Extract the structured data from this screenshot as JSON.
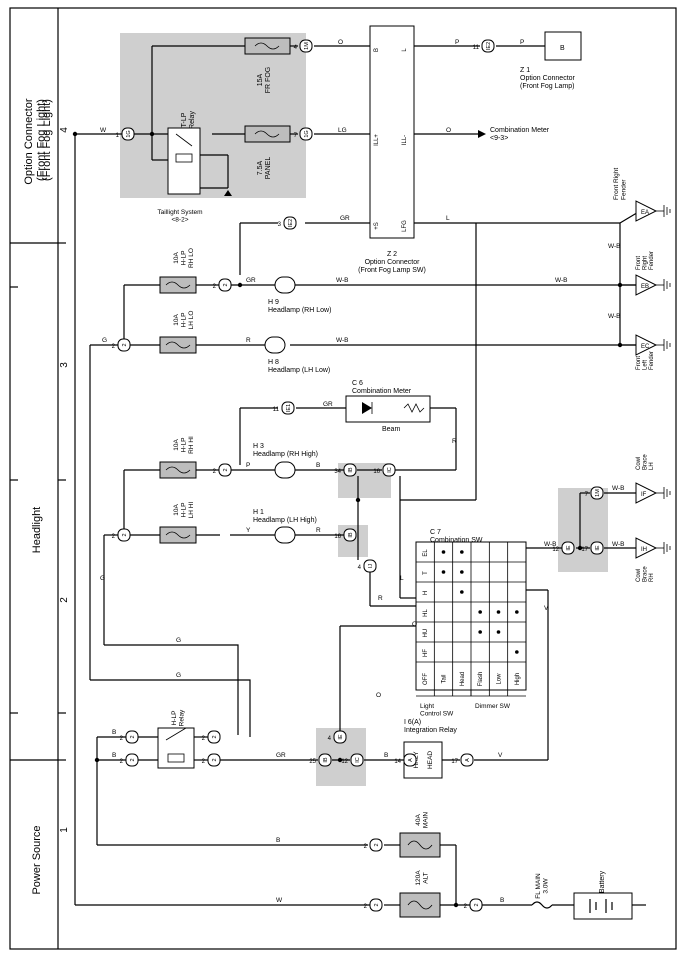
{
  "sections": {
    "option_connector": "Option Connector\n(Front Fog Light)",
    "headlight": "Headlight",
    "power_source": "Power Source",
    "index_4": "4",
    "index_3": "3",
    "index_2": "2",
    "index_1": "1"
  },
  "components": {
    "taillight_relay": "T-LP\nRelay",
    "taillight_system": "Taillight System\n<8-2>",
    "fuse_fr_fog": "15A\nFR FOG",
    "fuse_panel": "7.5A\nPANEL",
    "z2": "Z 2\nOption Connector\n(Front Fog Lamp SW)",
    "z1": "Z 1\nOption Connector\n(Front Fog Lamp)",
    "combination_meter_ref": "Combination Meter\n<9-3>",
    "fuse_hlp_rh_lo": "10A\nH-LP\nRH LO",
    "fuse_hlp_lh_lo": "10A\nH-LP\nLH LO",
    "fuse_hlp_rh_hi": "10A\nH-LP\nRH HI",
    "fuse_hlp_lh_hi": "10A\nH-LP\nLH HI",
    "h9": "H 9\nHeadlamp (RH Low)",
    "h8": "H 8\nHeadlamp (LH Low)",
    "h3": "H 3\nHeadlamp (RH High)",
    "h1": "H 1\nHeadlamp (LH High)",
    "c6": "C 6\nCombination Meter",
    "beam": "Beam",
    "c7": "C 7\nCombination SW",
    "hlp_relay": "H-LP\nRelay",
    "integration_relay": "I 6(A)\nIntegration Relay",
    "hrly": "HRLY",
    "head": "HEAD",
    "fuse_main": "40A\nMAIN",
    "fuse_alt": "120A\nALT",
    "fl_main": "FL MAIN\n3.0W",
    "battery": "Battery",
    "ground_ea": "Front Right\nFender",
    "ground_eb": "Front\nRight\nFender",
    "ground_ec": "Front\nLeft\nFender",
    "ground_if": "Cowl\nBrace\nLH",
    "ground_ih": "Cowl\nBrace\nRH"
  },
  "switch_table": {
    "rows": [
      "EL",
      "T",
      "H",
      "HL",
      "HU",
      "HF"
    ],
    "light_columns": [
      "OFF",
      "Tail",
      "Head"
    ],
    "dimmer_columns": [
      "Flash",
      "Low",
      "High"
    ],
    "light_label": "Light\nControl SW",
    "dimmer_label": "Dimmer SW"
  },
  "wire_colors": {
    "o": "O",
    "p": "P",
    "lg": "LG",
    "gr": "GR",
    "l": "L",
    "w": "W",
    "wb": "W-B",
    "g": "G",
    "r": "R",
    "y": "Y",
    "b": "B",
    "v": "V"
  },
  "connectors": {
    "c_1m": "1M",
    "c_1g": "1G",
    "c_1d": "1D",
    "c_ie2": "IE2",
    "c_ie1": "IE1",
    "c_ie": "IE",
    "c_ib": "IB",
    "c_ic": "IC",
    "c_ij": "IJ",
    "c_ea": "EA",
    "c_eb": "EB",
    "c_ec": "EC",
    "c_ih": "IH",
    "c_if": "IF",
    "c_b": "B",
    "c_a": "A"
  },
  "pins": {
    "p1": "1",
    "p2": "2",
    "p3": "3",
    "p4": "4",
    "p5": "5",
    "p6": "6",
    "p7": "7",
    "p8": "8",
    "p9": "9",
    "p11": "11",
    "p12": "12",
    "p13": "13",
    "p14": "14",
    "p16": "16",
    "p17": "17",
    "p25": "25",
    "p30": "30",
    "p31": "31",
    "p34": "34"
  },
  "z2_pins": {
    "b": "B",
    "l": "L",
    "ill_p": "ILL+",
    "ill_m": "ILL-",
    "s": "+S",
    "lfg": "LFG"
  }
}
